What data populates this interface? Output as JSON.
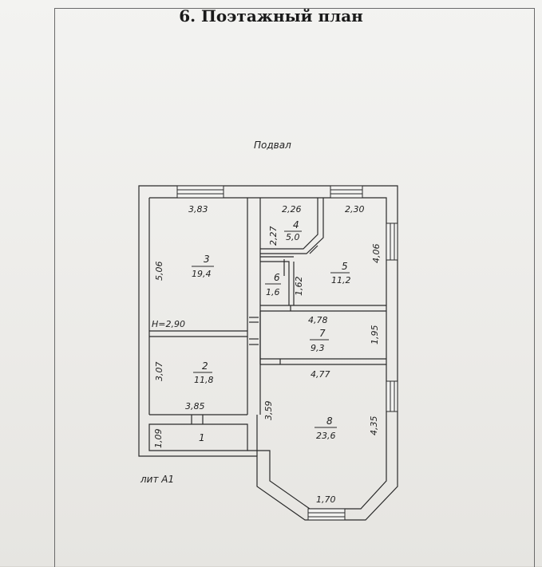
{
  "page": {
    "title": "6. Поэтажный план"
  },
  "plan": {
    "floor_label": "Подвал",
    "building_label": "лит А1",
    "height_label": "H=2,90",
    "rooms": [
      {
        "number": "1",
        "area": ""
      },
      {
        "number": "2",
        "area": "11,8"
      },
      {
        "number": "3",
        "area": "19,4"
      },
      {
        "number": "4",
        "area": "5,0"
      },
      {
        "number": "5",
        "area": "11,2"
      },
      {
        "number": "6",
        "area": "1,6"
      },
      {
        "number": "7",
        "area": "9,3"
      },
      {
        "number": "8",
        "area": "23,6"
      }
    ],
    "dimensions": {
      "r3_width": "3,83",
      "r3_height": "5,06",
      "r4_width": "2,26",
      "r4_height": "2,27",
      "r5_width": "2,30",
      "r5_height": "4,06",
      "r6_height": "1,62",
      "r7_width": "4,78",
      "r7_height": "1,95",
      "r2_height": "3,07",
      "r2_width": "3,85",
      "r8_width": "4,77",
      "r8_left_height": "3,59",
      "r8_right_height": "4,35",
      "r8_bottom": "1,70",
      "r1_height": "1,09"
    }
  }
}
